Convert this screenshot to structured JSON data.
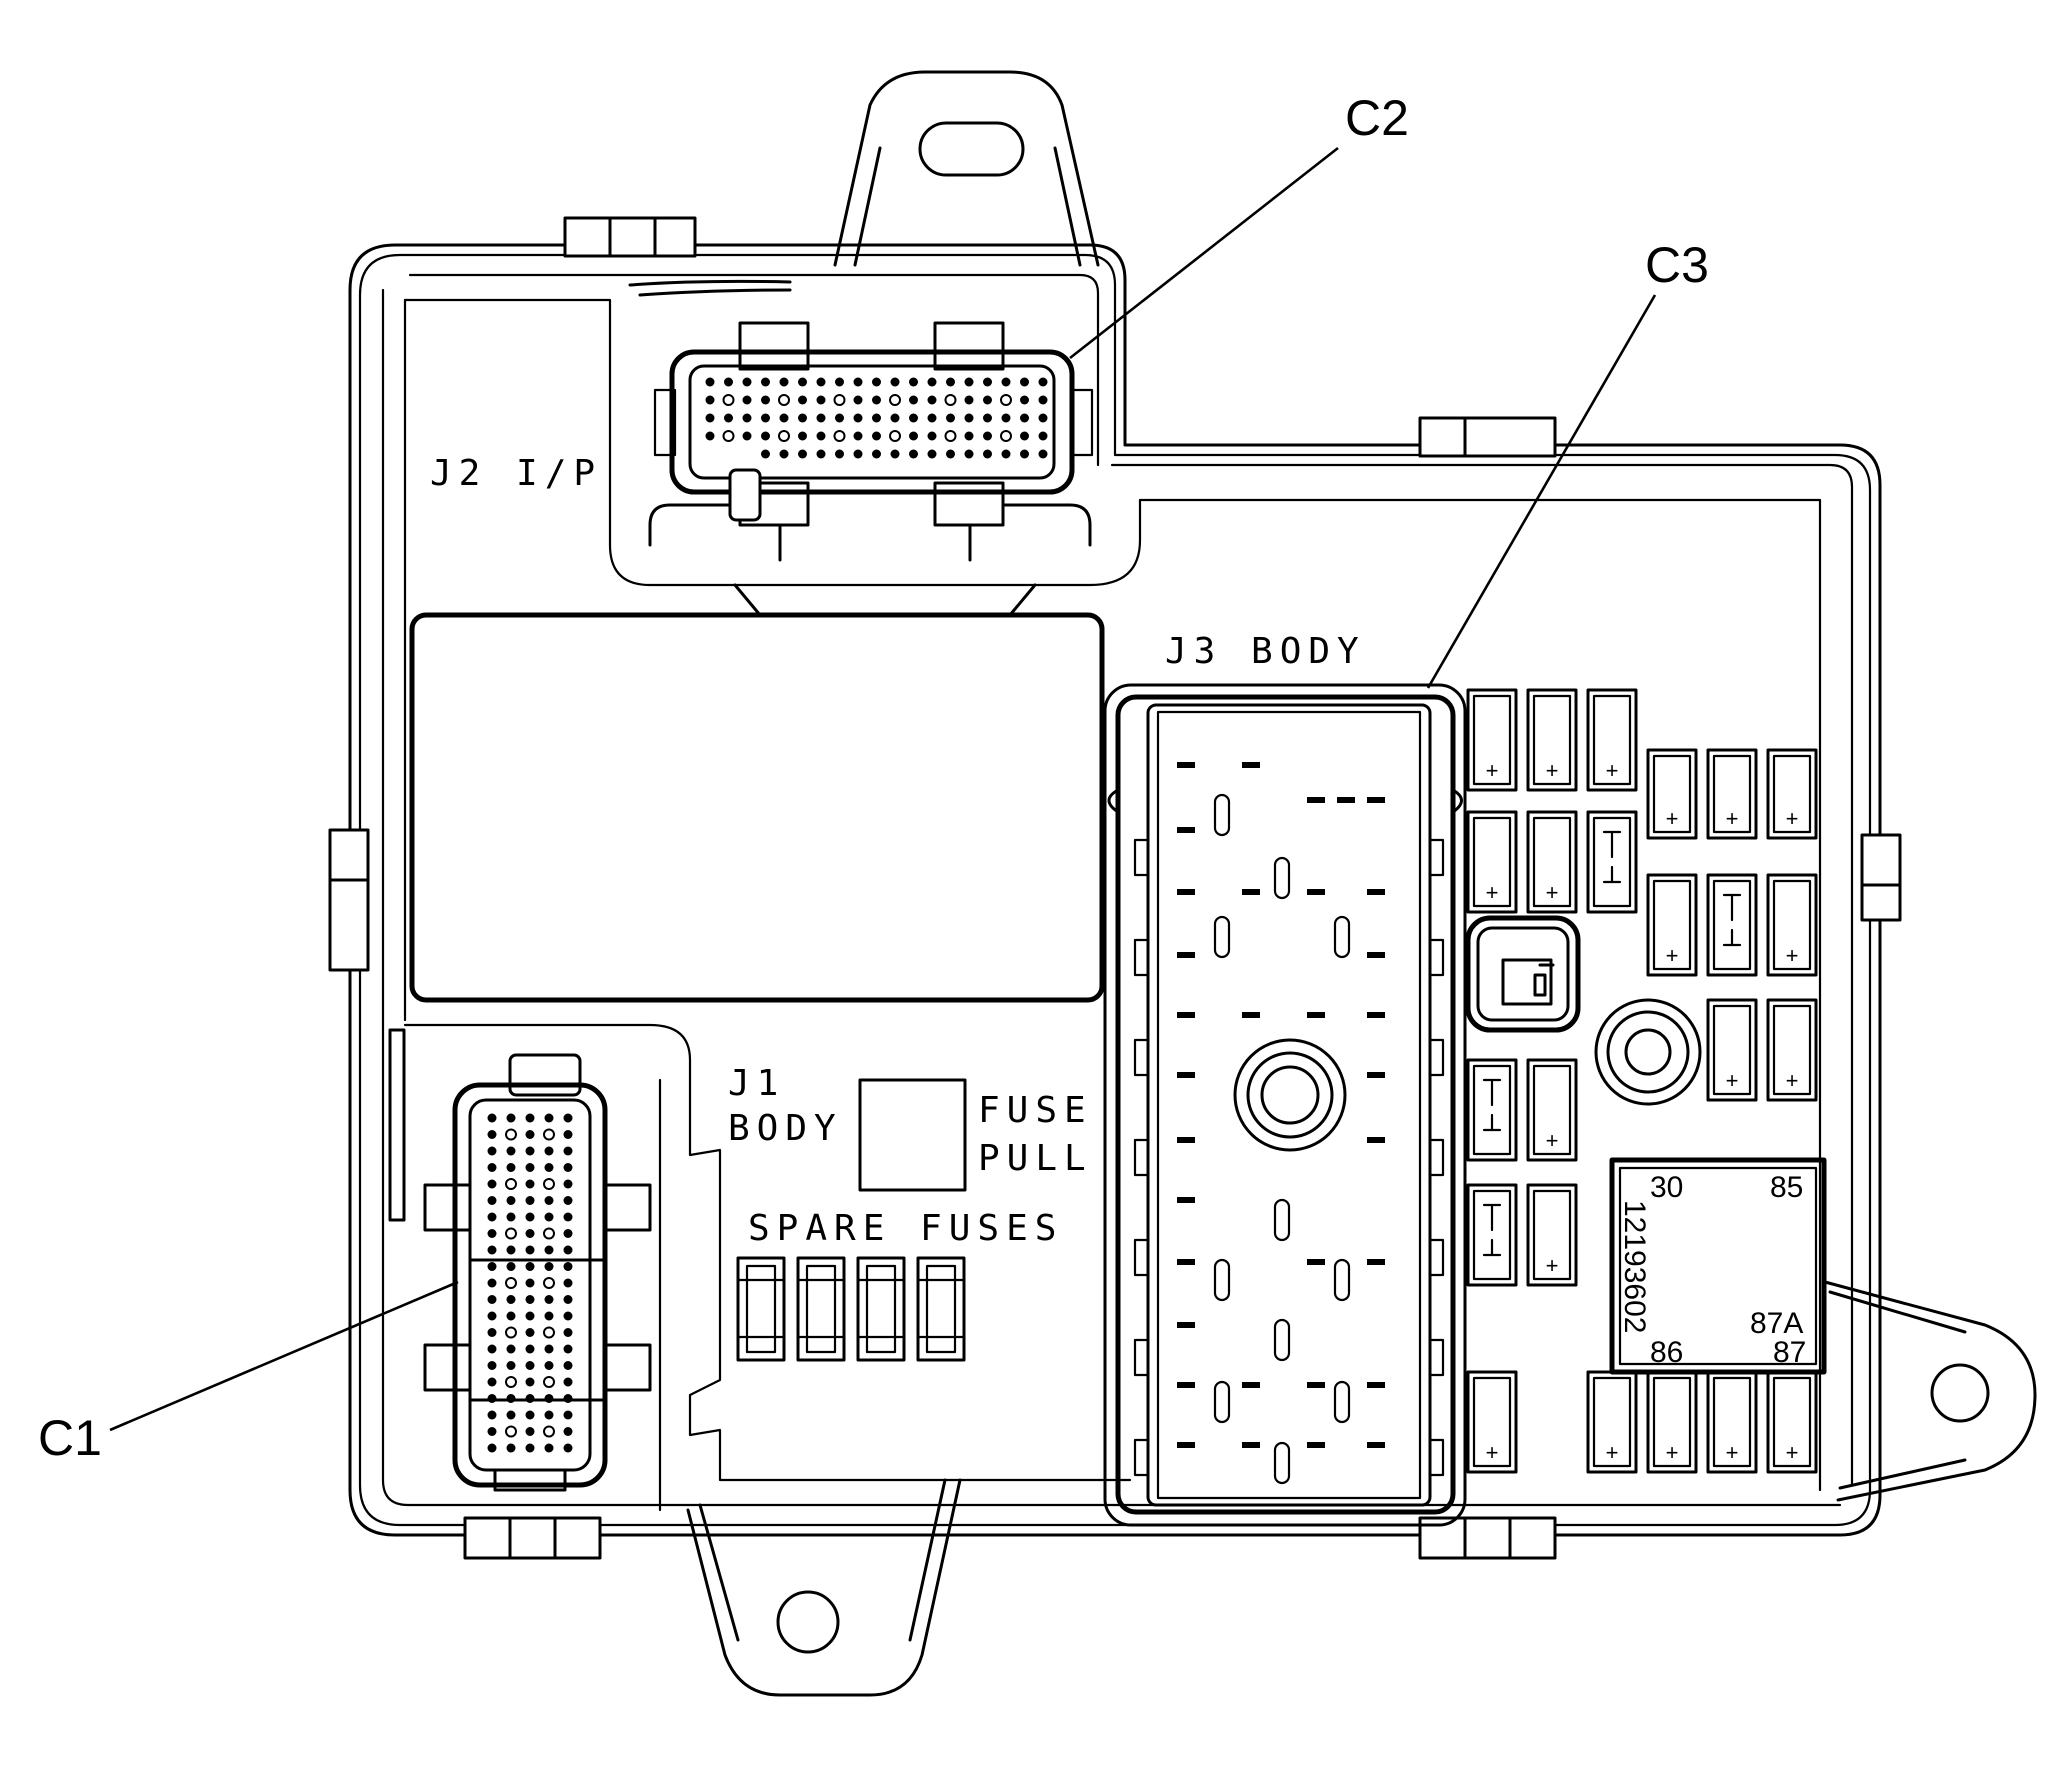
{
  "callouts": {
    "c1": "C1",
    "c2": "C2",
    "c3": "C3"
  },
  "labels": {
    "j2": "J2 I/P",
    "j3": "J3 BODY",
    "j1_line1": "J1",
    "j1_line2": "BODY",
    "fuse_pull_line1": "FUSE",
    "fuse_pull_line2": "PULL",
    "spare_fuses": "SPARE FUSES"
  },
  "relay": {
    "pin_30": "30",
    "pin_85": "85",
    "pin_86": "86",
    "pin_87": "87",
    "pin_87a": "87A",
    "part_number": "12193602"
  },
  "fuse_symbol": "+"
}
